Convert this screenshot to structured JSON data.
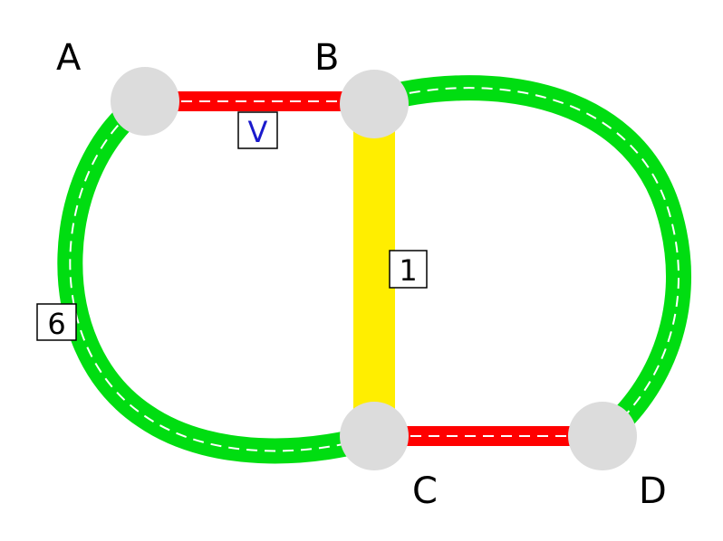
{
  "colors": {
    "node_fill": "#dcdcdc",
    "red_route": "#ff0000",
    "green_route": "#00dd11",
    "yellow_route": "#ffee00",
    "dash": "#ffffff",
    "label_black": "#000000",
    "label_blue": "#1a1acc"
  },
  "nodes": [
    {
      "id": "A",
      "label": "A"
    },
    {
      "id": "B",
      "label": "B"
    },
    {
      "id": "C",
      "label": "C"
    },
    {
      "id": "D",
      "label": "D"
    }
  ],
  "edges": [
    {
      "id": "A-B",
      "color": "red",
      "label": "V"
    },
    {
      "id": "B-C",
      "color": "yellow",
      "label": "1"
    },
    {
      "id": "C-D",
      "color": "red",
      "label": ""
    },
    {
      "id": "A-C",
      "color": "green",
      "label": "6"
    },
    {
      "id": "B-D",
      "color": "green",
      "label": ""
    }
  ]
}
